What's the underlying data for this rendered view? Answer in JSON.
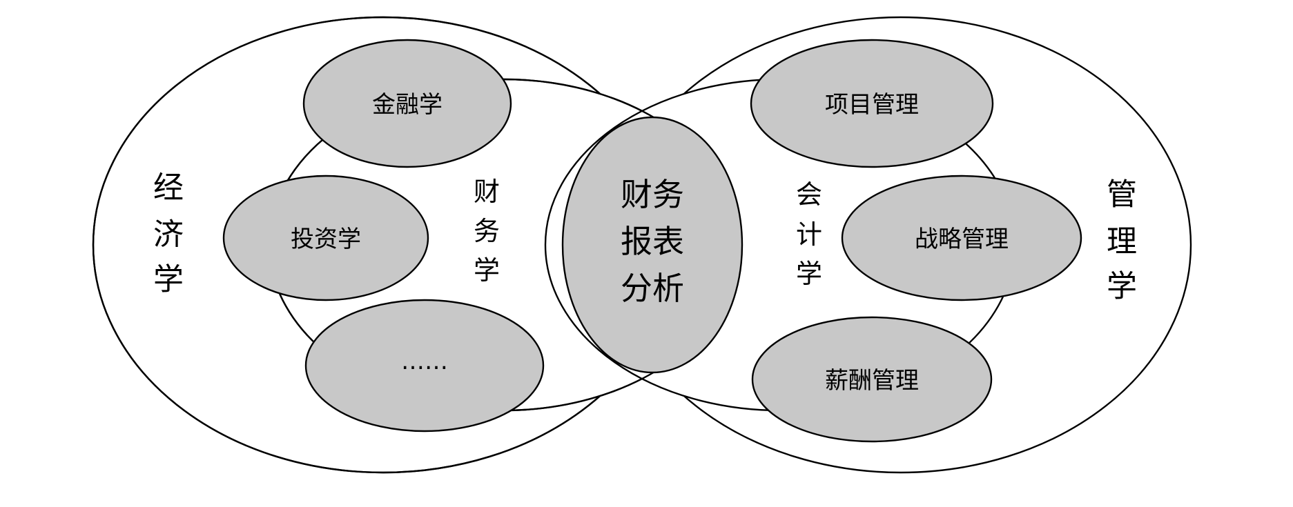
{
  "regions": {
    "economics": "经济学",
    "management": "管理学",
    "finance": "财务学",
    "accounting": "会计学"
  },
  "center": [
    "财务",
    "报表",
    "分析"
  ],
  "subjects": {
    "finance_theory": "金融学",
    "investment": "投资学",
    "more": "……",
    "project_management": "项目管理",
    "strategy_management": "战略管理",
    "compensation_management": "薪酬管理"
  },
  "colors": {
    "fill": "#c8c8c8",
    "stroke": "#000000",
    "background": "#ffffff"
  }
}
